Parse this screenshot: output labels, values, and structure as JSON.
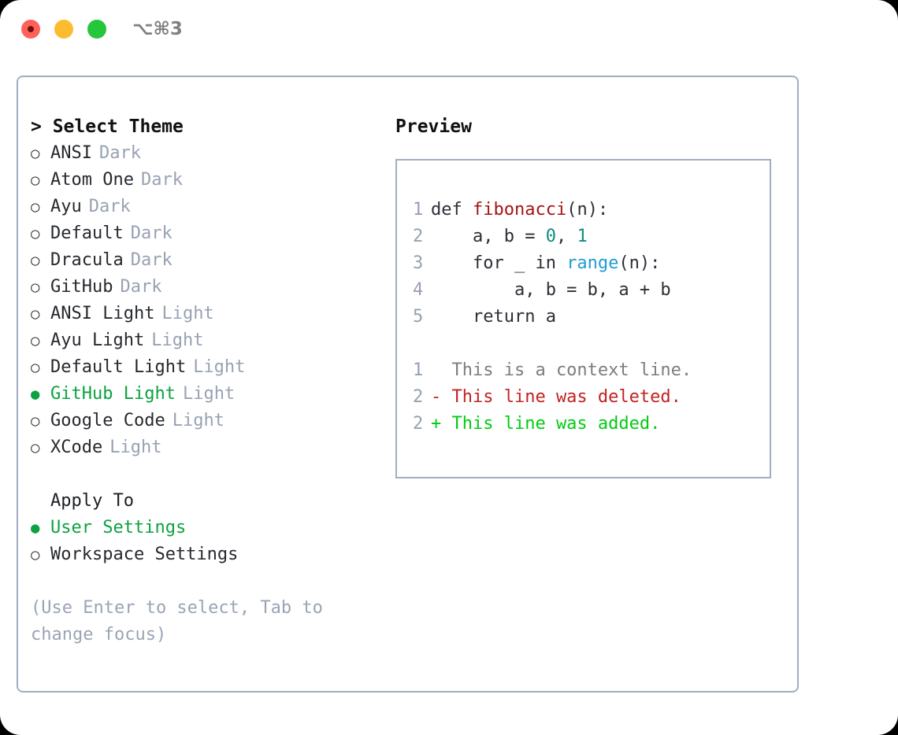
{
  "titlebar": {
    "shortcut": "⌥⌘3",
    "lights": [
      {
        "name": "close",
        "color": "#ff6158"
      },
      {
        "name": "minimize",
        "color": "#fdbc2f"
      },
      {
        "name": "maximize",
        "color": "#24c63c"
      }
    ]
  },
  "theme_picker": {
    "header": "> Select Theme",
    "marker_unselected": "○",
    "marker_selected": "●",
    "selected_color": "#0ba33f",
    "badge_color": "#98a2b3",
    "items": [
      {
        "label": "ANSI",
        "badge": "Dark",
        "selected": false
      },
      {
        "label": "Atom One",
        "badge": "Dark",
        "selected": false
      },
      {
        "label": "Ayu",
        "badge": "Dark",
        "selected": false
      },
      {
        "label": "Default",
        "badge": "Dark",
        "selected": false
      },
      {
        "label": "Dracula",
        "badge": "Dark",
        "selected": false
      },
      {
        "label": "GitHub",
        "badge": "Dark",
        "selected": false
      },
      {
        "label": "ANSI Light",
        "badge": "Light",
        "selected": false
      },
      {
        "label": "Ayu Light",
        "badge": "Light",
        "selected": false
      },
      {
        "label": "Default Light",
        "badge": "Light",
        "selected": false
      },
      {
        "label": "GitHub Light",
        "badge": "Light",
        "selected": true
      },
      {
        "label": "Google Code",
        "badge": "Light",
        "selected": false
      },
      {
        "label": "XCode",
        "badge": "Light",
        "selected": false
      }
    ]
  },
  "apply_to": {
    "title": "Apply To",
    "items": [
      {
        "label": "User Settings",
        "selected": true
      },
      {
        "label": "Workspace Settings",
        "selected": false
      }
    ]
  },
  "hint": "(Use Enter to select, Tab to change focus)",
  "preview": {
    "title": "Preview",
    "code_lines": [
      {
        "no": "1",
        "tokens": [
          {
            "t": "def ",
            "c": "plain"
          },
          {
            "t": "fibonacci",
            "c": "fn"
          },
          {
            "t": "(n):",
            "c": "plain"
          }
        ]
      },
      {
        "no": "2",
        "tokens": [
          {
            "t": "    a, b = ",
            "c": "plain"
          },
          {
            "t": "0",
            "c": "num"
          },
          {
            "t": ", ",
            "c": "plain"
          },
          {
            "t": "1",
            "c": "num"
          }
        ]
      },
      {
        "no": "3",
        "tokens": [
          {
            "t": "    for _ in ",
            "c": "plain"
          },
          {
            "t": "range",
            "c": "call"
          },
          {
            "t": "(n):",
            "c": "plain"
          }
        ]
      },
      {
        "no": "4",
        "tokens": [
          {
            "t": "        a, b = b, a + b",
            "c": "plain"
          }
        ]
      },
      {
        "no": "5",
        "tokens": [
          {
            "t": "    return a",
            "c": "plain"
          }
        ]
      }
    ],
    "diff_lines": [
      {
        "no": "1",
        "text": "  This is a context line.",
        "kind": "ctx"
      },
      {
        "no": "2",
        "text": "- This line was deleted.",
        "kind": "del"
      },
      {
        "no": "2",
        "text": "+ This line was added.",
        "kind": "add"
      }
    ],
    "colors": {
      "function": "#a31515",
      "number": "#0d8b82",
      "call": "#1f9cd0",
      "context": "#7d7d7d",
      "deleted": "#c32222",
      "added": "#00cc11",
      "line_number": "#96a0b2",
      "border": "#a3acc0"
    }
  }
}
